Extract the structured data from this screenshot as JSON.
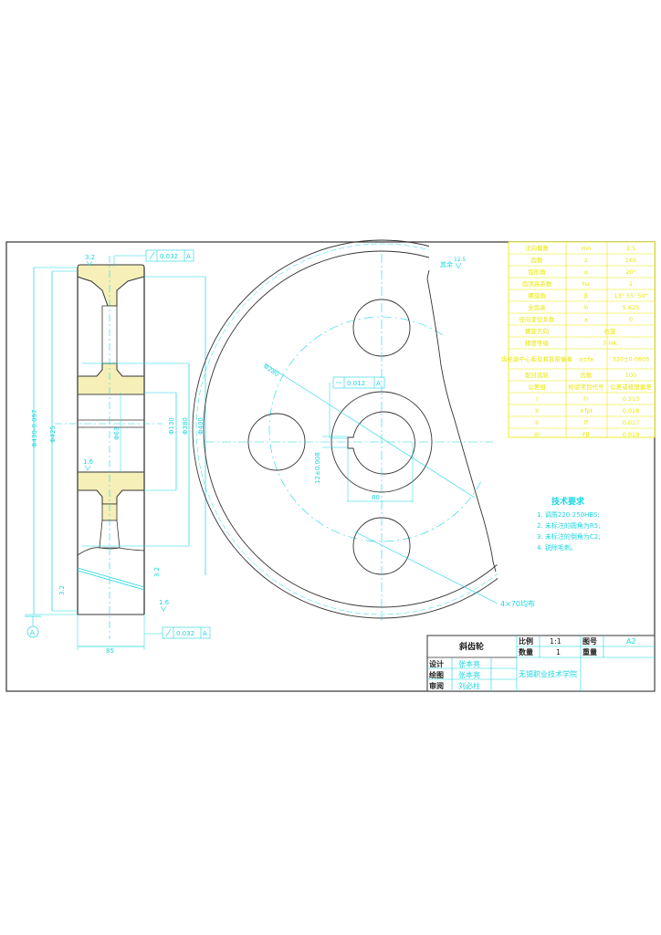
{
  "drawing": {
    "title": "斜齿轮",
    "scale_label": "比例",
    "scale_value": "1:1",
    "drawing_no_label": "图号",
    "drawing_no_value": "A2",
    "quantity_label": "数量",
    "quantity_value": "1",
    "weight_label": "重量",
    "weight_value": "",
    "roles": [
      {
        "label": "设计",
        "name": "张本亮"
      },
      {
        "label": "绘图",
        "name": "张本亮"
      },
      {
        "label": "审阅",
        "name": "刘必柱"
      }
    ],
    "institution": "无锡职业技术学院"
  },
  "params_table": {
    "rows": [
      {
        "name": "法向模数",
        "symbol": "mn",
        "value": "2.5"
      },
      {
        "name": "齿数",
        "symbol": "z",
        "value": "165"
      },
      {
        "name": "齿形角",
        "symbol": "α",
        "value": "20°"
      },
      {
        "name": "齿顶高系数",
        "symbol": "ha",
        "value": "1"
      },
      {
        "name": "螺旋角",
        "symbol": "β",
        "value": "13° 55' 50\""
      },
      {
        "name": "全齿高",
        "symbol": "h",
        "value": "5.625"
      },
      {
        "name": "径向变位系数",
        "symbol": "x",
        "value": "0"
      },
      {
        "name": "螺旋方向",
        "symbol": "",
        "value": "右旋"
      },
      {
        "name": "精度等级",
        "symbol": "",
        "value": "7-HK"
      },
      {
        "name": "齿轮副中心距及其极限偏差",
        "symbol": "a±fa",
        "value": "320±0.0605"
      },
      {
        "name": "配对齿轮",
        "symbol": "齿数",
        "value": "100"
      },
      {
        "name": "公差组",
        "symbol": "检验项目代号",
        "value": "公差或极限偏差"
      },
      {
        "name": "I",
        "symbol": "Fr",
        "value": "0.113"
      },
      {
        "name": "II",
        "symbol": "±fpt",
        "value": "0.018"
      },
      {
        "name": "II",
        "symbol": "ff",
        "value": "0.017"
      },
      {
        "name": "III",
        "symbol": "Fβ",
        "value": "0.019"
      }
    ]
  },
  "tech_requirements": {
    "title": "技术要求",
    "items": [
      "1. 调质220-250HBS;",
      "2. 未标注的圆角为R5;",
      "3. 未标注的倒角为C2;",
      "4. 锐除毛刺。"
    ]
  },
  "annotations": {
    "roughness_top": "3.2",
    "roughness_hub": "1.6",
    "roughness_left": "3.2",
    "roughness_right": "3.2",
    "roughness_bottom": "1.6",
    "roughness_other": "12.5",
    "roughness_other_label": "其余",
    "runout_top": "0.032",
    "runout_bottom": "0.032",
    "datum": "A",
    "symmetry_tol": "0.012",
    "dim_da": "Φ430-0.097",
    "dim_df": "Φ425",
    "dim_bore": "Φ63",
    "dim_hub": "Φ130",
    "dim_web_in": "Φ380",
    "dim_web_out": "Φ400",
    "dim_width": "85",
    "dim_pcd": "Φ280",
    "dim_key_width": "12±0.008",
    "dim_key_depth": "80",
    "holes_note": "4×70均布"
  }
}
